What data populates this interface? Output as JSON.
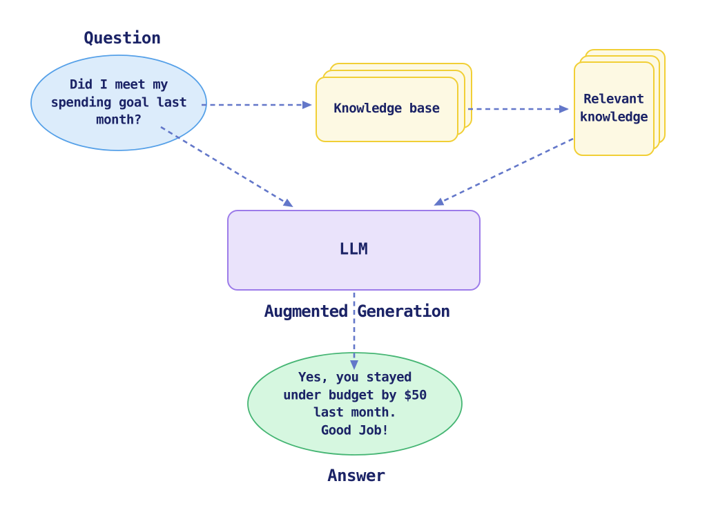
{
  "colors": {
    "text": "#1b2366",
    "arrow": "#6377c9",
    "question_fill": "#dcecfb",
    "question_stroke": "#55a0e8",
    "card_fill": "#fdf9e3",
    "card_stroke": "#f1cf35",
    "llm_fill": "#eae3fb",
    "llm_stroke": "#9c7be9",
    "answer_fill": "#d6f7e0",
    "answer_stroke": "#45b573"
  },
  "nodes": {
    "question_label": "Question",
    "question_text": "Did I meet my\nspending goal last\nmonth?",
    "knowledge_base_label": "Knowledge base",
    "relevant_knowledge_label": "Relevant\nknowledge",
    "llm_label": "LLM",
    "augmented_generation_label": "Augmented Generation",
    "answer_text": "Yes, you stayed\nunder budget by $50\nlast month.\nGood Job!",
    "answer_label": "Answer"
  }
}
